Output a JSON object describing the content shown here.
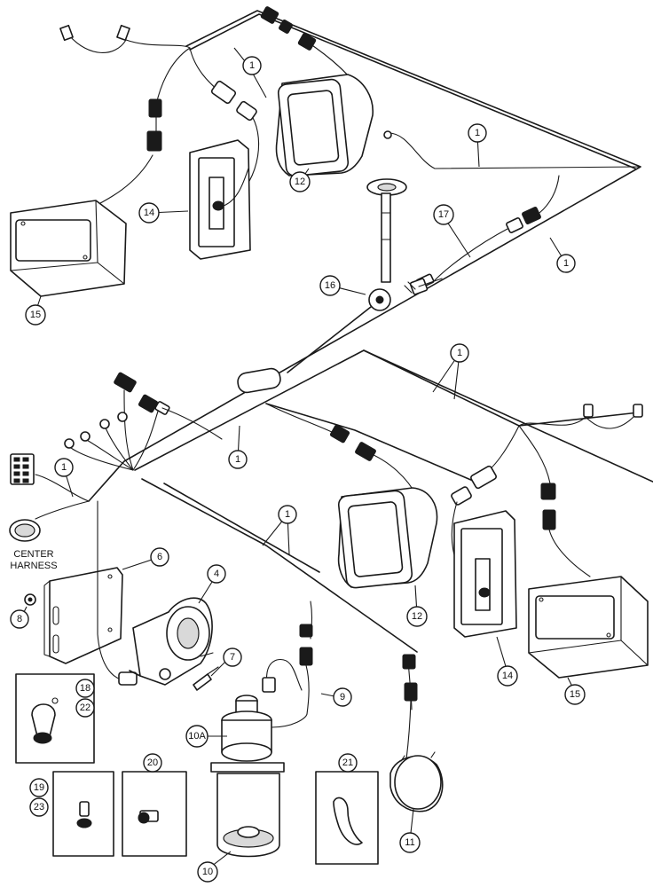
{
  "center_harness_label": [
    "CENTER",
    "HARNESS"
  ],
  "callouts": {
    "c1a": "1",
    "c1b": "1",
    "c1c": "1",
    "c1d": "1",
    "c1e": "1",
    "c1f": "1",
    "c1g": "1",
    "c4": "4",
    "c6": "6",
    "c7": "7",
    "c8": "8",
    "c9": "9",
    "c10": "10",
    "c10a": "10A",
    "c11": "11",
    "c12a": "12",
    "c12b": "12",
    "c14a": "14",
    "c14b": "14",
    "c15a": "15",
    "c15b": "15",
    "c16": "16",
    "c17": "17",
    "c18": "18",
    "c19": "19",
    "c20": "20",
    "c21": "21",
    "c22": "22",
    "c23": "23"
  }
}
